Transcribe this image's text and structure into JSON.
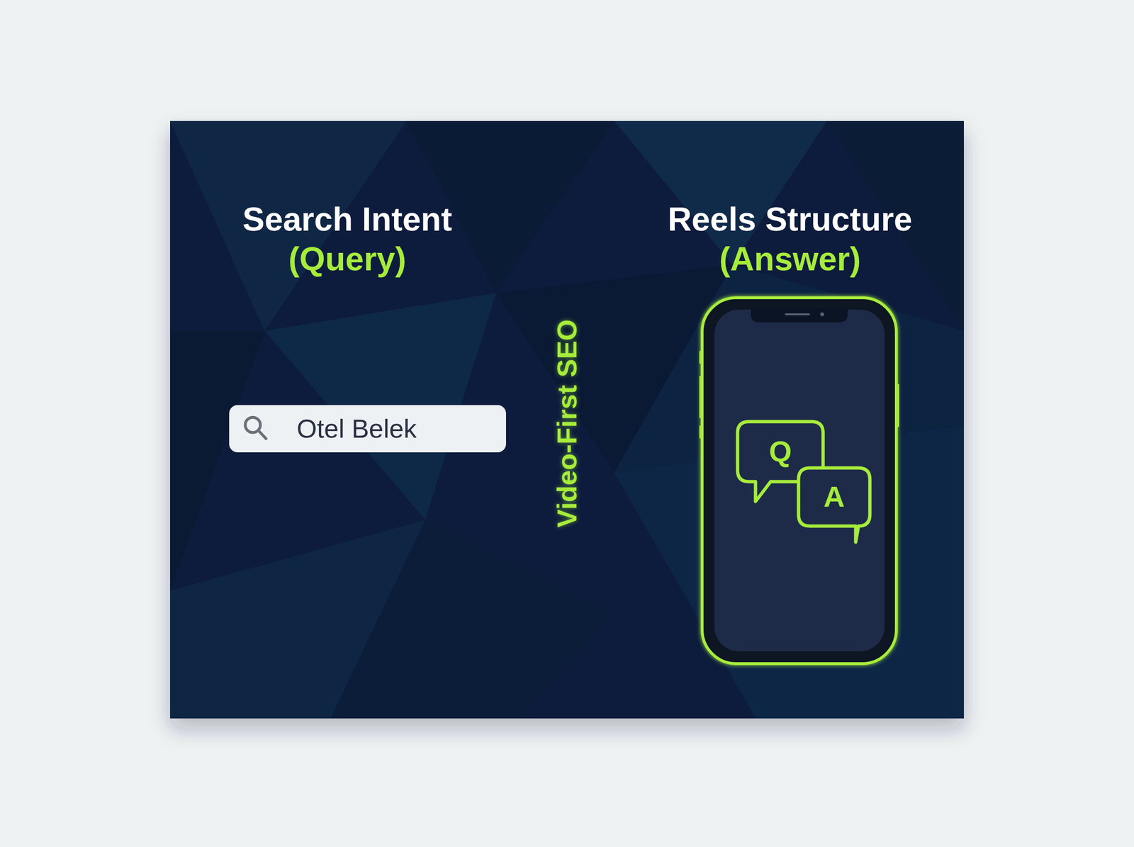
{
  "diagram": {
    "nodes": [
      {
        "text": [
          "Otel Belek"
        ]
      },
      {
        "text": [
          "Q"
        ]
      },
      {
        "text": [
          "A"
        ]
      }
    ],
    "labels": [
      "Search Intent",
      "(Query)",
      "Reels Structure",
      "(Answer)",
      "Video-First SEO"
    ]
  }
}
